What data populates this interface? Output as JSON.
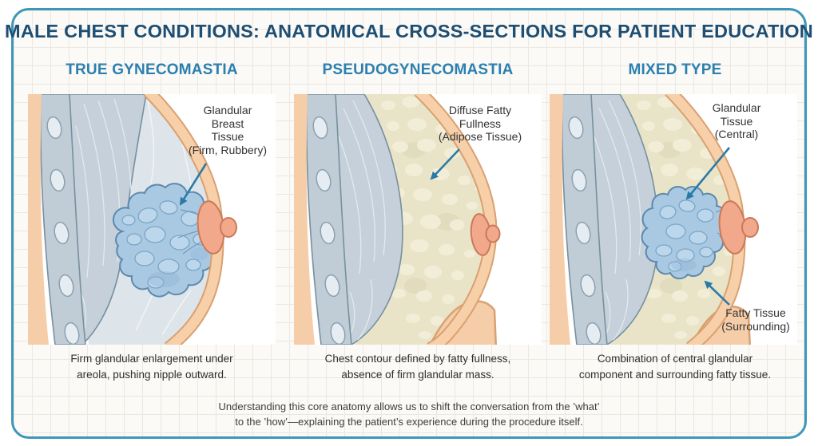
{
  "title": "MALE CHEST CONDITIONS: ANATOMICAL CROSS-SECTIONS FOR PATIENT EDUCATION",
  "panels": [
    {
      "heading": "TRUE GYNECOMASTIA",
      "label_main": "Glandular\nBreast\nTissue\n(Firm, Rubbery)",
      "caption": "Firm glandular enlargement under\nareola, pushing nipple outward."
    },
    {
      "heading": "PSEUDOGYNECOMASTIA",
      "label_main": "Diffuse Fatty\nFullness\n(Adipose Tissue)",
      "caption": "Chest contour defined by fatty fullness,\nabsence of firm glandular mass."
    },
    {
      "heading": "MIXED TYPE",
      "label_main": "Glandular\nTissue\n(Central)",
      "label_secondary": "Fatty Tissue\n(Surrounding)",
      "caption": "Combination of central glandular\ncomponent and surrounding fatty tissue."
    }
  ],
  "footnote": "Understanding this core anatomy allows us to shift the conversation from the ’what’\nto the ’how’—explaining the patient’s experience during the procedure itself.",
  "colors": {
    "frame_border": "#3d97b9",
    "title_text": "#1d4e73",
    "heading_text": "#2b80b0",
    "annotation_text": "#333333",
    "caption_text": "#2e2e2e",
    "arrow": "#2a7aa8",
    "skin": "#f6cda9",
    "skin_outline": "#d9a171",
    "nipple": "#f2a88a",
    "glandular_tissue": "#a9c9e3",
    "fatty_tissue": "#e9e4c8",
    "muscle": "#c5d0da",
    "rib": "#c0ccd6"
  }
}
